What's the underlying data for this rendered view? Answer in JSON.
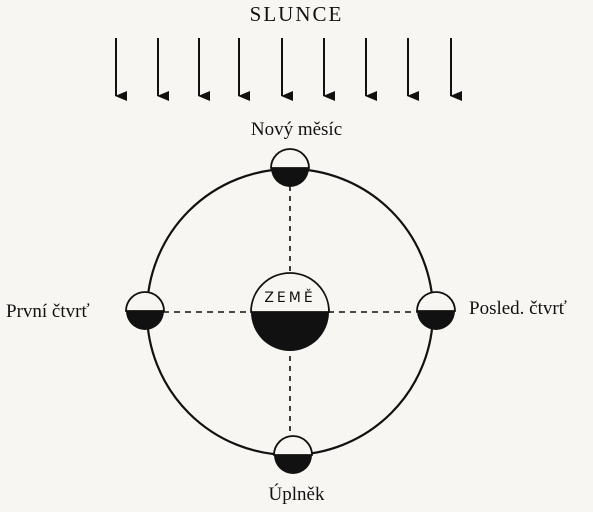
{
  "labels": {
    "sun": "SLUNCE",
    "new_moon": "Nový měsíc",
    "first_quarter": "První čtvrť",
    "last_quarter": "Posled. čtvrť",
    "full_moon": "Úplněk",
    "earth": "ZEMĚ"
  },
  "colors": {
    "ink": "#111111",
    "paper": "#f7f6f3"
  }
}
